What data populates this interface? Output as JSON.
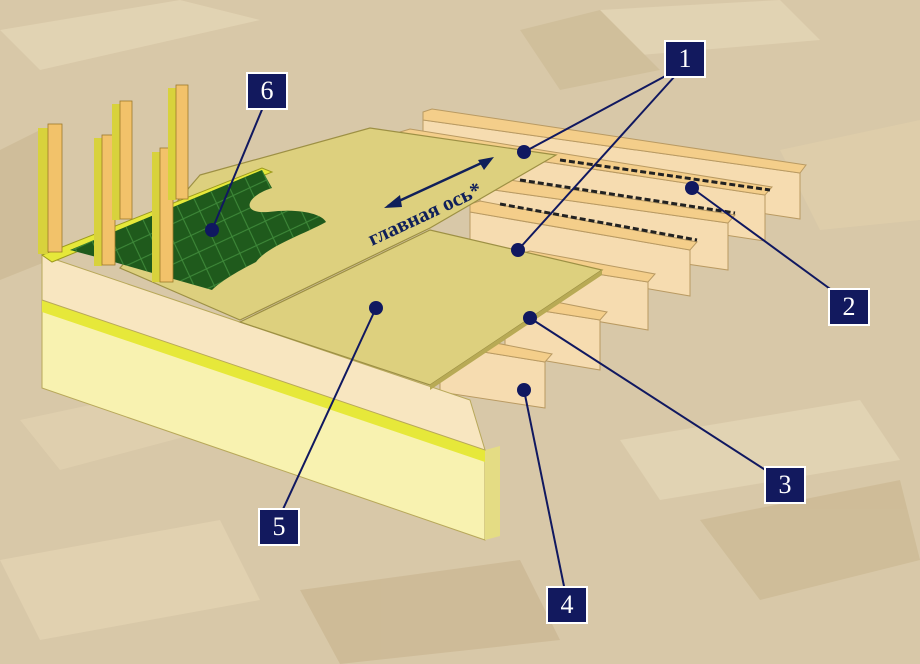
{
  "colors": {
    "background": "#d8c8a8",
    "osb_chip_light": "#eadcbc",
    "osb_chip_dark": "#c8b48c",
    "sheathing_panel": "#ddd07e",
    "joist_top": "#f4ce8a",
    "joist_side": "#f6dcb0",
    "rim_board": "#f8f2b0",
    "plate_yellow": "#e6e83a",
    "stud_front": "#f2c26a",
    "stud_side": "#d8d23c",
    "membrane_green": "#1f5a1c",
    "callout_box": "#12195e",
    "callout_text": "#ffffff"
  },
  "axis_label": "главная ось*",
  "callouts": [
    {
      "id": "1",
      "text": "1"
    },
    {
      "id": "2",
      "text": "2"
    },
    {
      "id": "3",
      "text": "3"
    },
    {
      "id": "4",
      "text": "4"
    },
    {
      "id": "5",
      "text": "5"
    },
    {
      "id": "6",
      "text": "6"
    }
  ]
}
